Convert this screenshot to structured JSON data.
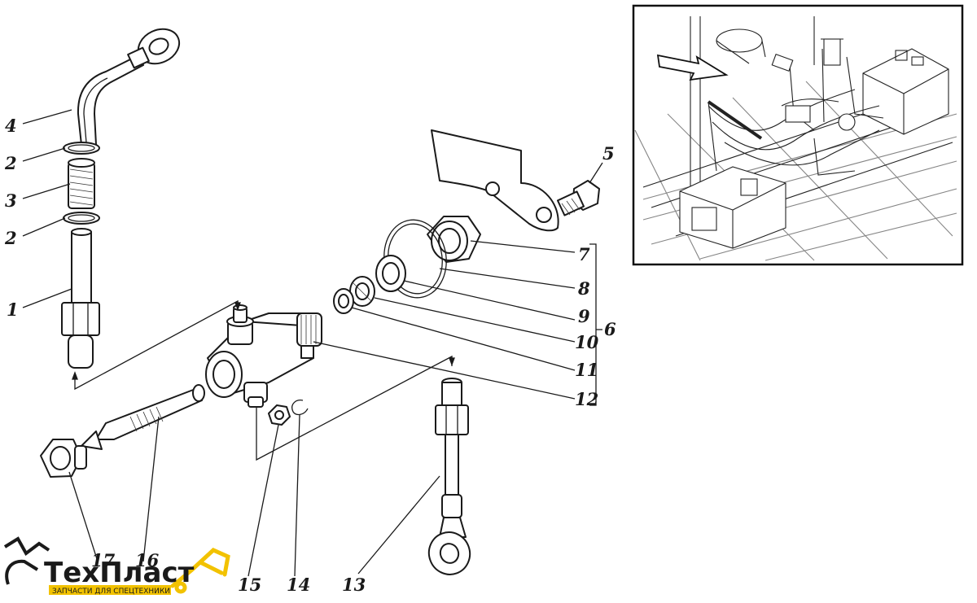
{
  "callouts": {
    "c1": "1",
    "c2a": "2",
    "c2b": "2",
    "c3": "3",
    "c4": "4",
    "c5": "5",
    "c6": "6",
    "c7": "7",
    "c8": "8",
    "c9": "9",
    "c10": "10",
    "c11": "11",
    "c12": "12",
    "c13": "13",
    "c14": "14",
    "c15": "15",
    "c16": "16",
    "c17": "17"
  },
  "logo": {
    "brand_part1": "Тех",
    "brand_part2": "Пласт",
    "tagline": "ЗАПЧАСТИ ДЛЯ СПЕЦТЕХНИКИ",
    "brand_color_dark": "#1a1a1a",
    "brand_color_accent": "#f2c200"
  }
}
